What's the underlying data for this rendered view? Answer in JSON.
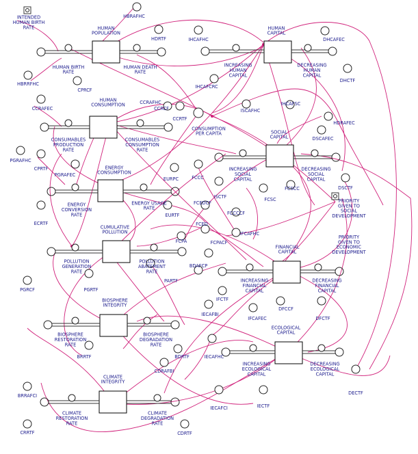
{
  "nodes": {
    "intended_human_birth_rate": "INTENDED HUMAN BIRTH RATE",
    "hbrafhc": "HBRAFHC",
    "human_population": "HUMAN POPULATION",
    "hdrtf": "HDRTF",
    "human_birth_rate": "HUMAN BIRTH RATE",
    "human_death_rate": "HUMAN DEATH RATE",
    "hbrrfhc": "HBRRFHC",
    "cprcf": "CPRCF",
    "ihcafhc": "IHCAFHC",
    "human_capital": "HUMAN CAPITAL",
    "dhcafec": "DHCAFEC",
    "increasing_human_capital": "INCREASING HUMAN CAPITAL",
    "decreasing_human_capital": "DECREASING HUMAN CAPITAL",
    "dhctf": "DHCTF",
    "ihcafcrc": "IHCAFCRC",
    "ccrafec": "CCRAFEC",
    "human_consumption": "HUMAN CONSUMPTION",
    "ccrafhc": "CCRAFHC",
    "ccrcf": "CCRCF",
    "ccrtf": "CCRTF",
    "iscafhc": "ISCAFHC",
    "ihcafsc": "IHCAFSC",
    "hdrafec": "HDRAFEC",
    "consumables_production_rate": "CONSUMABLES PRODUCTION RATE",
    "consumables_consumption_rate": "CONSUMABLES CONSUMPTION RATE",
    "consumption_per_capita": "CONSUMPTION PER CAPITA",
    "social_capital": "SOCIAL CAPITAL",
    "dscafec": "DSCAFEC",
    "pgrafhc": "PGRAFHC",
    "cprtf": "CPRTF",
    "pgrafec": "PGRAFEC",
    "energy_consumption": "ENERGY CONSUMPTION",
    "eurpc": "EURPC",
    "fccc": "FCCC",
    "increasing_social_capital": "INCREASING SOCIAL CAPITAL",
    "decreasing_social_capital": "DECREASING SOCIAL CAPITAL",
    "dsctf": "DSCTF",
    "fcscc": "FCSCC",
    "isctf": "ISCTF",
    "fcsc": "FCSC",
    "energy_conversion_rate": "ENERGY CONVERSION RATE",
    "energy_usage_rate": "ENERGY USAGE RATE",
    "eurtf": "EURTF",
    "fcedcf": "FCEDCF",
    "fcccf": "FCCCCF",
    "priority_social": "PRIORITY GIVEN TO SOCIAL DEVELOPMENT",
    "ecrtf": "ECRTF",
    "cumulative_pollution": "CUMULATIVE POLLUTION",
    "fced": "FCED",
    "ifcafhc": "IFCAFHC",
    "priority_economic": "PRIORITY GIVEN TO ECONOMIC DEVELOPMENT",
    "fcpa": "FCPA",
    "fcpacf": "FCPACF",
    "financial_capital": "FINANCIAL CAPITAL",
    "pollution_generation_rate": "POLLUTION GENERATION RATE",
    "pollution_abatement_rate": "POLLUTION ABATEMENT RATE",
    "bdafcp": "BDAFCP",
    "partf": "PARTF",
    "increasing_financial_capital": "INCREASING FINANCIAL CAPITAL",
    "decreasing_financial_capital": "DECREASING FINANCIAL CAPITAL",
    "pgrcf": "PGRCF",
    "pgrtf": "PGRTF",
    "ifctf": "IFCTF",
    "dfccf": "DFCCF",
    "dfctf": "DFCTF",
    "biosphere_integrity": "BIOSPHERE INTEGRITY",
    "iecafbi": "IECAFBI",
    "ifcafec": "IFCAFEC",
    "ecological_capital": "ECOLOGICAL CAPITAL",
    "biosphere_restoration_rate": "BIOSPHERE RESTORATION RATE",
    "biosphere_degradation_rate": "BIOSPHERE DEGRADATION RATE",
    "brrtf": "BRRTF",
    "bdrtf": "BDRTF",
    "iecafhc": "IECAFHC",
    "cdrafbi": "CDRAFBI",
    "increasing_ecological_capital": "INCREASING ECOLOGICAL CAPITAL",
    "decreasing_ecological_capital": "DECREASING ECOLOGICAL CAPITAL",
    "brrafci": "BRRAFCI",
    "climate_integrity": "CLIMATE INTEGRITY",
    "dectf": "DECTF",
    "iecafci": "IECAFCI",
    "iectf": "IECTF",
    "climate_restoration_rate": "CLIMATE RESTORATION RATE",
    "climate_degradation_rate": "CLIMATE DEGRADATION RATE",
    "crrtf": "CRRTF",
    "cdrtf": "CDRTF"
  },
  "colors": {
    "link": "#d0207a",
    "label": "#1a1a8c",
    "stock_border": "#000000",
    "background": "#ffffff"
  }
}
